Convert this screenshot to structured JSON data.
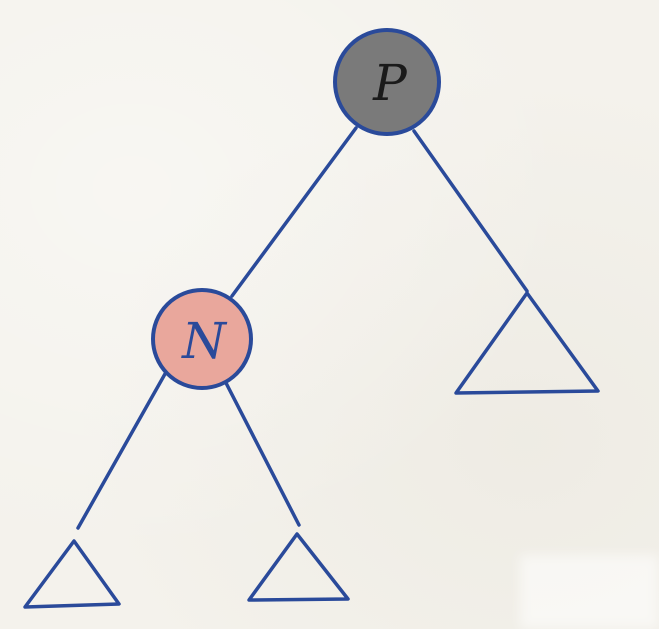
{
  "diagram": {
    "nodes": [
      {
        "id": "parent",
        "label": "P",
        "fill": "#7a7a7a",
        "stroke": "#2a4a9a",
        "label_color": "#1a1a1a"
      },
      {
        "id": "node",
        "label": "N",
        "fill": "#e9a79c",
        "stroke": "#2a4a9a",
        "label_color": "#2a4a9a"
      }
    ],
    "subtrees": [
      "right-of-parent",
      "left-of-node",
      "right-of-node"
    ],
    "edges": [
      [
        "parent",
        "node"
      ],
      [
        "parent",
        "right-of-parent"
      ],
      [
        "node",
        "left-of-node"
      ],
      [
        "node",
        "right-of-node"
      ]
    ],
    "colors": {
      "line": "#2a4a9a",
      "background": "#f4f2ec"
    }
  }
}
